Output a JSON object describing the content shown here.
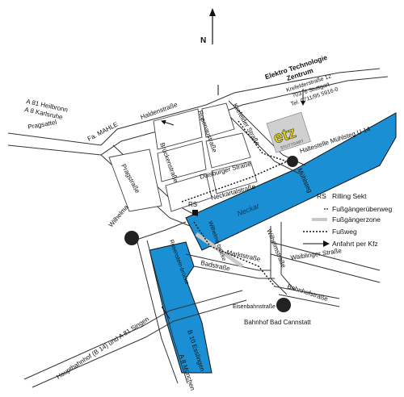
{
  "north": {
    "label": "N"
  },
  "colors": {
    "river": "#1a8fd3",
    "zone": "#c8c8c8",
    "stop": "#222222"
  },
  "company": {
    "name_line1": "Elektro Technologie",
    "name_line2": "Zentrum",
    "address_line1": "Krefelderstraße 12",
    "address_line2": "70376 Stuttgart",
    "phone": "Tel. 0711/95 5916-0",
    "logo_text": "etz",
    "logo_subtext": "STUTTGART"
  },
  "labels": {
    "a81_heilbronn": "A 81 Heilbronn",
    "a8_karlsruhe": "A 8 Karlsruhe",
    "pragsattel": "Pragsattel",
    "fa_mahle": "Fa. MAHLE",
    "haldenstrasse": "Haldenstraße",
    "rosenaustrasse": "Rosenaustraße",
    "krefelder_strasse": "Krefelder Straße",
    "pragstrasse": "Pragstraße",
    "brueckenstrasse": "Brückenstraße",
    "duisburger_strasse": "Duisburger Straße",
    "neckartalstrasse": "Neckartalstraße",
    "neckar": "Neckar",
    "muehlsteg": "Mühlsteg",
    "haltestelle_muehlsteg": "Haltestelle Mühlsteg U 14",
    "wilhelma": "Wilhelma",
    "rs": "RS",
    "wilhelmsbruecke": "Wilhelms-brücke",
    "rosensteinbruecke": "Rosenstein-brücke",
    "marktstrasse": "Marktstraße",
    "badstrasse": "Badstraße",
    "wilhelmstrasse": "Wilhelmstraße",
    "waiblinger_strasse": "Waiblinger Straße",
    "bahnhofstrasse": "Bahnhofstraße",
    "eisenbahnstrasse": "Eisenbahnstraße",
    "bahnhof_bad_cannstatt": "Bahnhof Bad Cannstatt",
    "hauptbahnhof": "Hauptbahnhof (B 14) und A 81 Singen",
    "b10_esslingen": "B 10 Esslingen",
    "a8_muenchen": "A 8 München"
  },
  "legend": {
    "rs": {
      "key": "RS",
      "label": "Rilling Sekt"
    },
    "crossing": "Fußgängerüberweg",
    "zone": "Fußgängerzone",
    "footpath": "Fußweg",
    "drive": "Anfahrt per Kfz"
  }
}
